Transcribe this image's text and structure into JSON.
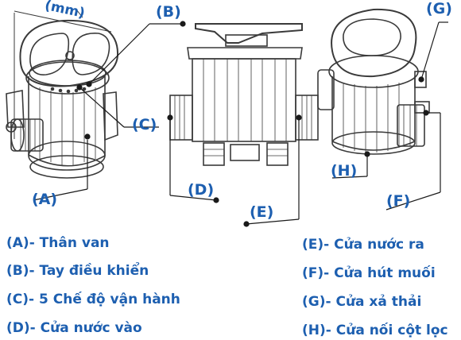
{
  "dimension_unit": "(mm)",
  "callouts": {
    "A": "(A)",
    "B": "(B)",
    "C": "(C)",
    "D": "(D)",
    "E": "(E)",
    "F": "(F)",
    "G": "(G)",
    "H": "(H)"
  },
  "legend": {
    "A": "(A)- Thân van",
    "B": "(B)- Tay điều khiển",
    "C": "(C)- 5 Chế độ vận hành",
    "D": "(D)- Cửa nước vào",
    "E": "(E)- Cửa nước ra",
    "F": "(F)- Cửa hút muối",
    "G": "(G)- Cửa xả thải",
    "H": "(H)- Cửa nối cột lọc"
  },
  "colors": {
    "accent": "#1d5fb0",
    "line": "#1a1a1a",
    "drawing": "#3a3a3a"
  }
}
